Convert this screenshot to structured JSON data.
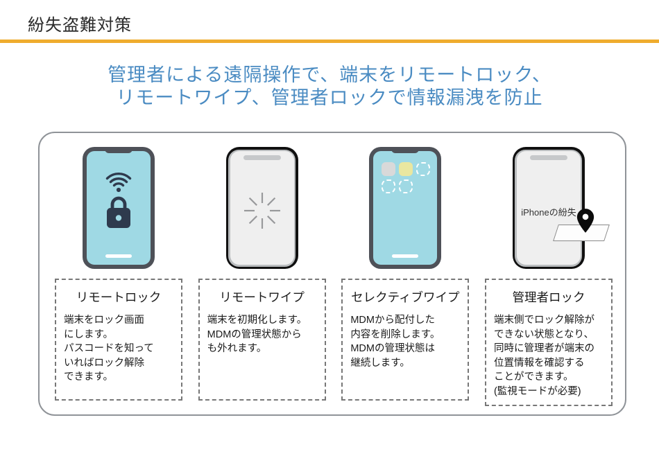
{
  "slide": {
    "title": "紛失盗難対策",
    "subtitle": "管理者による遠隔操作で、端末をリモートロック、\nリモートワイプ、管理者ロックで情報漏洩を防止"
  },
  "colors": {
    "accent_bar": "#efac2e",
    "subtitle_text": "#4a8bc2",
    "phone_frame_gray": "#4e5158",
    "phone_frame_black": "#101010",
    "phone_screen_blue": "#9fd9e4",
    "phone_screen_gray": "#efefef",
    "lock_icon_navy": "#2e3a4d",
    "panel_border": "#8f9398",
    "card_border": "#777777"
  },
  "features": [
    {
      "icon": "wifi-lock-icon",
      "title": "リモートロック",
      "description": "端末をロック画面\nにします。\nパスコードを知って\nいればロック解除\nできます。"
    },
    {
      "icon": "spinner-icon",
      "title": "リモートワイプ",
      "description": "端末を初期化します。\nMDMの管理状態から\nも外れます。"
    },
    {
      "icon": "app-grid-icon",
      "title": "セレクティブワイプ",
      "description": "MDMから配付した\n内容を削除します。\nMDMの管理状態は\n継続します。"
    },
    {
      "icon": "location-pin-icon",
      "title": "管理者ロック",
      "description": "端末側でロック解除が\nできない状態となり、\n同時に管理者が端末の\n位置情報を確認する\nことができます。\n(監視モードが必要)",
      "phone_screen_label": "iPhoneの紛失"
    }
  ]
}
